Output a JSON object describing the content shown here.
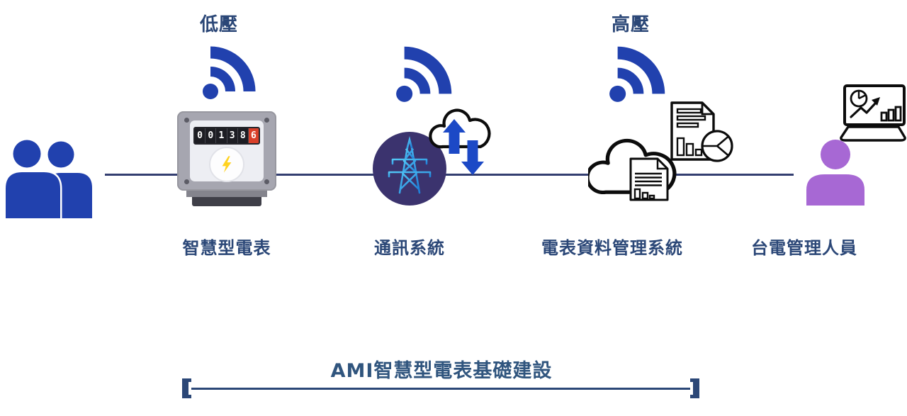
{
  "top_labels": {
    "low_voltage": "低壓",
    "high_voltage": "高壓"
  },
  "nodes": [
    {
      "label": "智慧型電表",
      "icon": "smart-meter-icon"
    },
    {
      "label": "通訊系統",
      "icon": "transmission-tower-icon"
    },
    {
      "label": "電表資料管理系統",
      "icon": "cloud-documents-icon"
    },
    {
      "label": "台電管理人員",
      "icon": "manager-laptop-icon"
    }
  ],
  "meter": {
    "digits": [
      "0",
      "0",
      "1",
      "3",
      "8",
      "6"
    ]
  },
  "footer": {
    "title": "AMI智慧型電表基礎建設"
  },
  "icons": {
    "left": "users-icon",
    "signal": "wifi-signal-icon",
    "comm_cloud": "cloud-up-down-arrows-icon",
    "mgmt": [
      "cloud-icon",
      "report-document-icon",
      "pie-chart-icon",
      "data-document-icon"
    ],
    "right": [
      "laptop-analytics-icon",
      "person-icon"
    ]
  },
  "colors": {
    "primary_blue": "#2141ae",
    "arrow_blue": "#1c49c6",
    "navy_text": "#2b4777",
    "title_blue": "#30557e",
    "line_navy": "#333e70",
    "comm_circle_bg": "#3b336e",
    "tower_light": "#53c7f5",
    "tower_dark": "#1f7fd8",
    "person_purple": "#a768d4",
    "meter_digit_red": "#d9402a",
    "bolt_yellow": "#ffd21f"
  }
}
